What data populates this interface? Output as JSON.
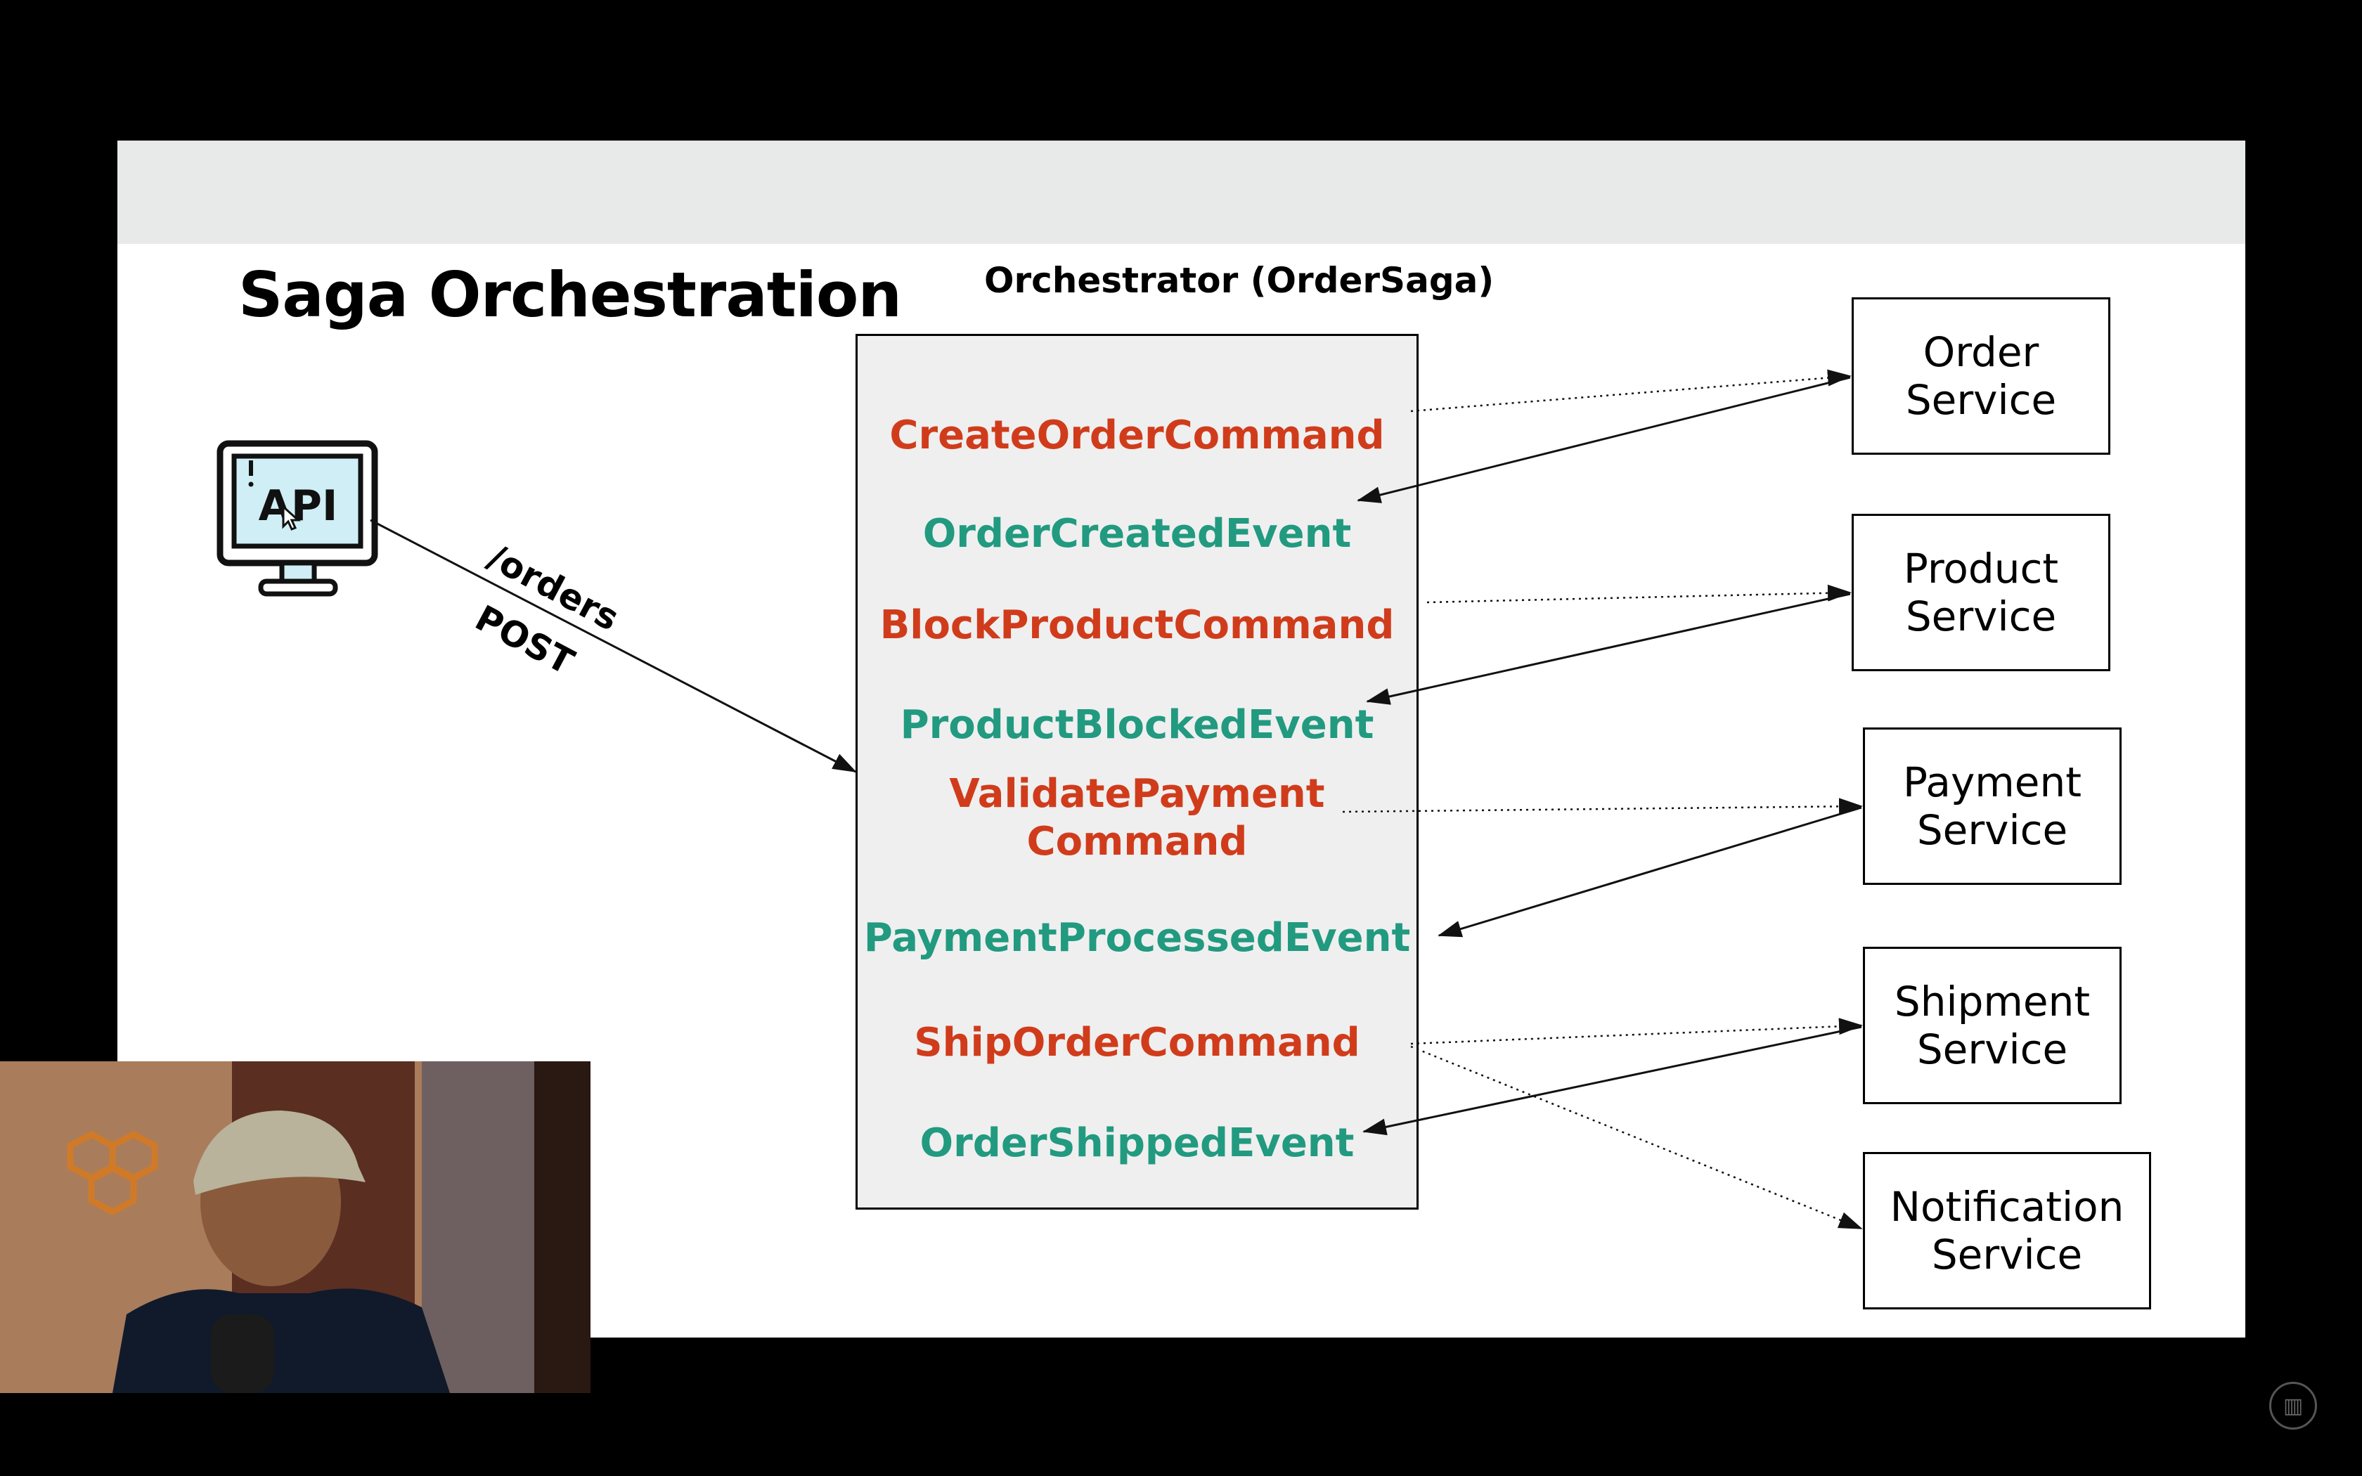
{
  "slide": {
    "title": "Saga Orchestration",
    "orchestrator_title": "Orchestrator (OrderSaga)",
    "api_label": "API",
    "route": "/orders",
    "method": "POST"
  },
  "messages": [
    {
      "text": "CreateOrderCommand",
      "kind": "command"
    },
    {
      "text": "OrderCreatedEvent",
      "kind": "event"
    },
    {
      "text": "BlockProductCommand",
      "kind": "command"
    },
    {
      "text": "ProductBlockedEvent",
      "kind": "event"
    },
    {
      "text": "ValidatePayment",
      "kind": "command"
    },
    {
      "text": "Command",
      "kind": "command"
    },
    {
      "text": "PaymentProcessedEvent",
      "kind": "event"
    },
    {
      "text": "ShipOrderCommand",
      "kind": "command"
    },
    {
      "text": "OrderShippedEvent",
      "kind": "event"
    }
  ],
  "services": [
    {
      "line1": "Order",
      "line2": "Service"
    },
    {
      "line1": "Product",
      "line2": "Service"
    },
    {
      "line1": "Payment",
      "line2": "Service"
    },
    {
      "line1": "Shipment",
      "line2": "Service"
    },
    {
      "line1": "Notification",
      "line2": "Service"
    }
  ],
  "colors": {
    "command": "#d03c1b",
    "event": "#219a80",
    "monitor_screen": "#cfeef5",
    "slide_background": "#ffffff",
    "header_band": "#e8eaea"
  },
  "icons": {
    "api": "computer-monitor-icon",
    "cursor": "mouse-cursor-icon",
    "watermark": "channel-logo-icon"
  }
}
